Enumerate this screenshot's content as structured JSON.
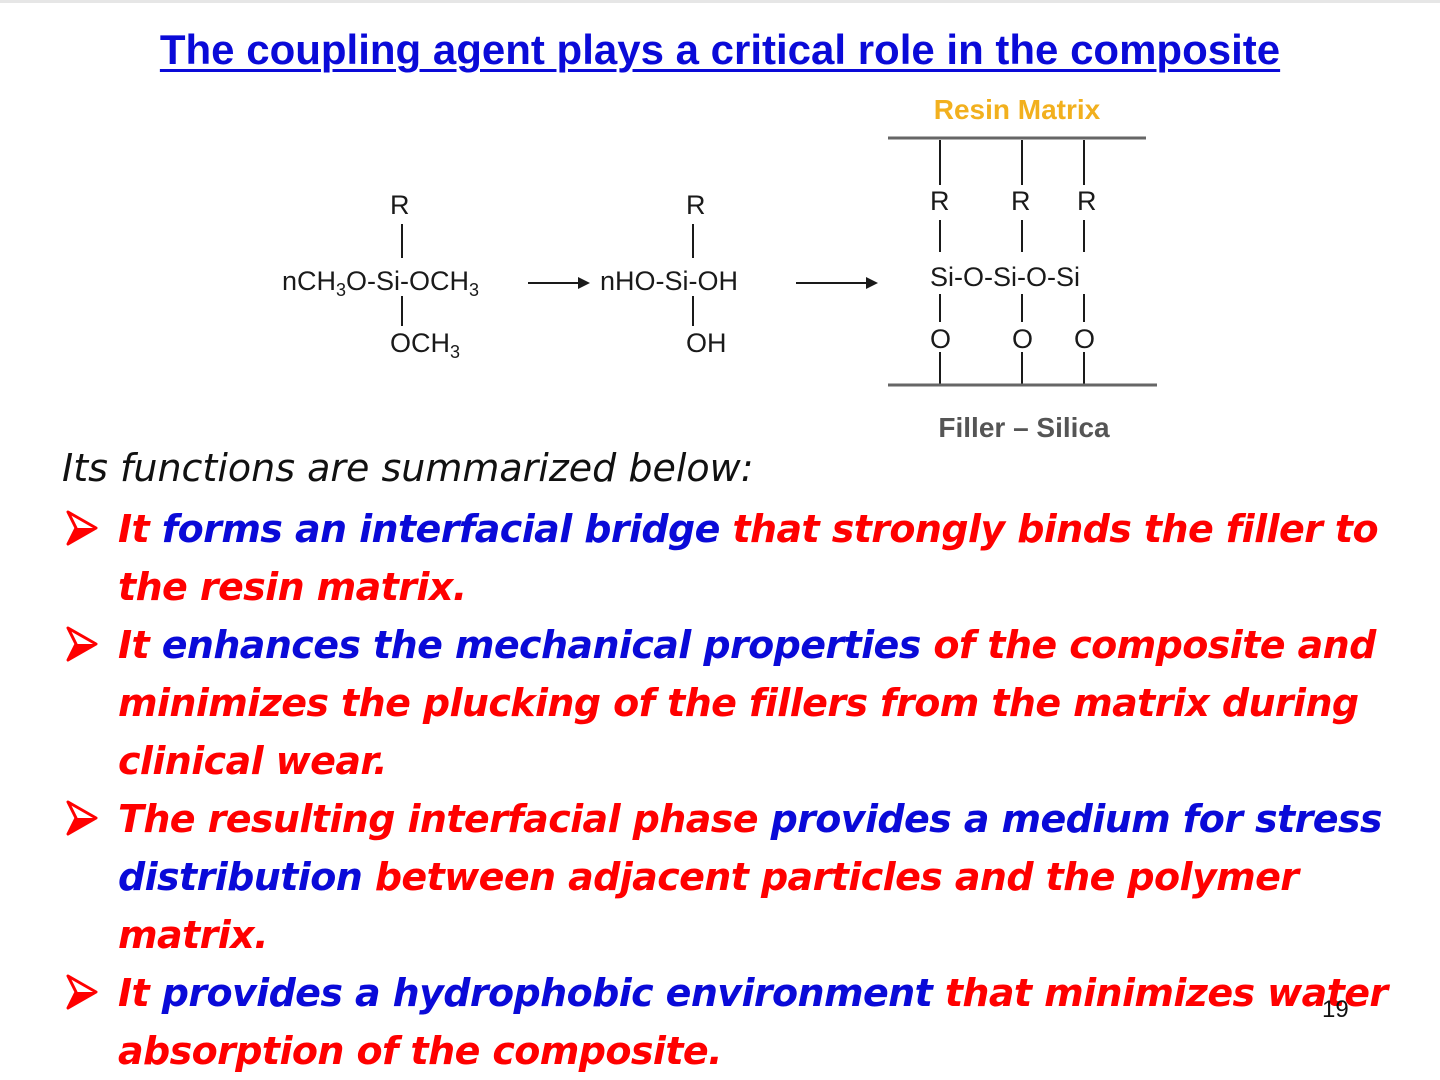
{
  "slide": {
    "title": "The coupling agent plays a critical role in the composite",
    "page_number": "19",
    "colors": {
      "title": "#0a0ad8",
      "red": "#ff0000",
      "blue": "#0a0ad8",
      "resin": "#f2b01e",
      "filler": "#555555"
    }
  },
  "diagram": {
    "resin_label": "Resin Matrix",
    "filler_label": "Filler – Silica",
    "silane": {
      "prefix": "nCH",
      "prefix_sub": "3",
      "mid": "O-Si-OCH",
      "right_sub": "3",
      "top": "R",
      "bottom": "OCH",
      "bottom_sub": "3"
    },
    "silanol": {
      "left": "nHO-Si-OH",
      "top": "R",
      "bottom": "OH"
    },
    "interface": {
      "chain": "Si-O-Si-O-Si",
      "r1": "R",
      "r2": "R",
      "r3": "R",
      "o1": "O",
      "o2": "O",
      "o3": "O"
    }
  },
  "intro": "Its functions are summarized below:",
  "bullets": [
    {
      "segments": [
        {
          "text": "It ",
          "color": "red"
        },
        {
          "text": "forms an interfacial bridge ",
          "color": "blue"
        },
        {
          "text": "that strongly binds the filler to the resin matrix.",
          "color": "red"
        }
      ]
    },
    {
      "segments": [
        {
          "text": "It ",
          "color": "red"
        },
        {
          "text": "enhances the mechanical properties ",
          "color": "blue"
        },
        {
          "text": "of the composite and minimizes the plucking of the fillers from the matrix during clinical wear.",
          "color": "red"
        }
      ]
    },
    {
      "segments": [
        {
          "text": "The resulting interfacial phase ",
          "color": "red"
        },
        {
          "text": "provides a medium for stress distribution ",
          "color": "blue"
        },
        {
          "text": "between adjacent particles and the polymer matrix.",
          "color": "red"
        }
      ]
    },
    {
      "segments": [
        {
          "text": "It ",
          "color": "red"
        },
        {
          "text": "provides a hydrophobic environment ",
          "color": "blue"
        },
        {
          "text": "that minimizes water absorption of the composite.",
          "color": "red"
        }
      ]
    }
  ]
}
